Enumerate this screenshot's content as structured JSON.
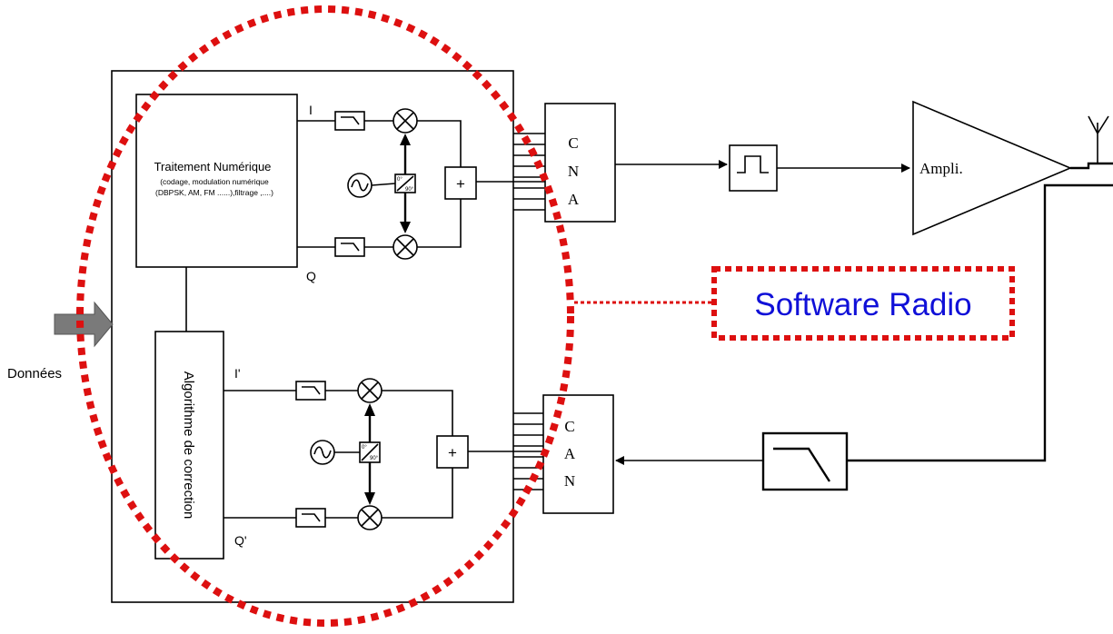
{
  "labels": {
    "donnees": "Données",
    "traitement_title": "Traitement Numérique",
    "traitement_sub1": "(codage, modulation numérique",
    "traitement_sub2": "(DBPSK, AM, FM ......),filtrage ,....)",
    "algo": "Algorithme de correction",
    "i": "I",
    "q": "Q",
    "i_prime": "I'",
    "q_prime": "Q'",
    "plus": "+",
    "phase_0": "0°",
    "phase_90": "90°",
    "cna": [
      "C",
      "N",
      "A"
    ],
    "can": [
      "C",
      "A",
      "N"
    ],
    "ampli": "Ampli.",
    "software_radio": "Software Radio"
  },
  "colors": {
    "dotted_red": "#dd1010",
    "software_radio_text": "#1010d8",
    "arrow_grey": "#7a7a7a"
  }
}
